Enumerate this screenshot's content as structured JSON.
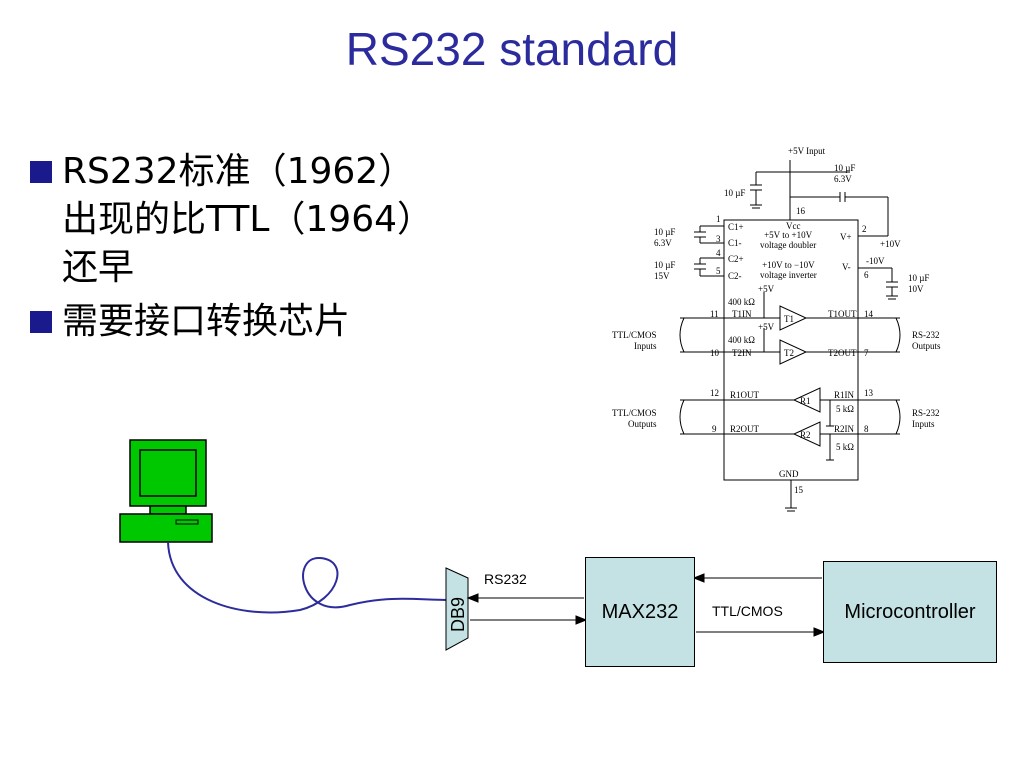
{
  "title": "RS232 standard",
  "bullets": [
    {
      "text": "RS232标准（1962）\n出现的比TTL（1964）\n还早"
    },
    {
      "text": "需要接口转换芯片"
    }
  ],
  "circuit": {
    "top_supply": "+5V Input",
    "cap_c_top": "10 µF",
    "cap_right_top_v": "10 µF\n6.3V",
    "cap_c1": "10 µF\n6.3V",
    "cap_c2": "10 µF\n15V",
    "cap_right_bottom": "10 µF\n10V",
    "vcc": "Vcc",
    "pin16": "16",
    "pin1": "1",
    "pin3": "3",
    "pin4": "4",
    "pin5": "5",
    "pin2": "2",
    "pin6": "6",
    "pin11": "11",
    "pin10": "10",
    "pin14": "14",
    "pin7": "7",
    "pin12": "12",
    "pin9": "9",
    "pin13": "13",
    "pin8": "8",
    "pin15": "15",
    "c1p": "C1+",
    "c1m": "C1-",
    "c2p": "C2+",
    "c2m": "C2-",
    "doubler": "+5V to +10V\nvoltage doubler",
    "inverter": "+10V to −10V\nvoltage inverter",
    "vplus": "V+",
    "vminus": "V-",
    "plus10v": "+10V",
    "minus10v": "-10V",
    "plus5v_a": "+5V",
    "plus5v_b": "+5V",
    "res400_a": "400 kΩ",
    "res400_b": "400 kΩ",
    "t1in": "T1IN",
    "t2in": "T2IN",
    "t1out": "T1OUT",
    "t2out": "T2OUT",
    "t1": "T1",
    "t2": "T2",
    "r1out": "R1OUT",
    "r2out": "R2OUT",
    "r1in": "R1IN",
    "r2in": "R2IN",
    "r1": "R1",
    "r2": "R2",
    "res5k_a": "5 kΩ",
    "res5k_b": "5 kΩ",
    "gnd": "GND",
    "ttl_inputs": "TTL/CMOS\nInputs",
    "ttl_outputs": "TTL/CMOS\nOutputs",
    "rs_outputs": "RS-232\nOutputs",
    "rs_inputs": "RS-232\nInputs"
  },
  "diagram": {
    "db9": "DB9",
    "rs232_label": "RS232",
    "max232": "MAX232",
    "ttl_label": "TTL/CMOS",
    "micro": "Microcontroller"
  },
  "colors": {
    "title": "#2b2b9e",
    "bullet": "#1a1a8c",
    "block_fill": "#c4e2e4",
    "computer_green": "#00c800",
    "cable": "#2c2c9c"
  }
}
